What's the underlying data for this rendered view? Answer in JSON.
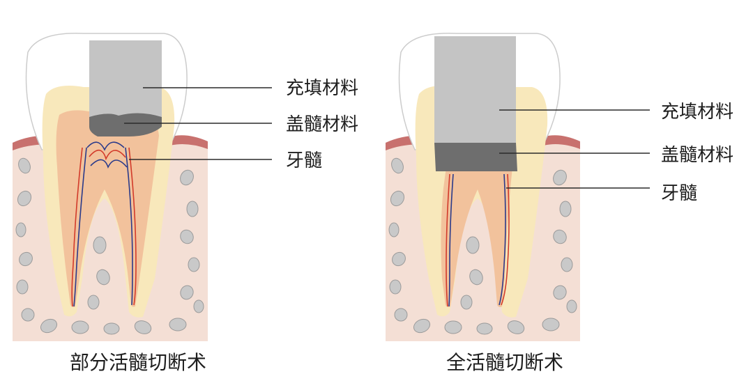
{
  "left_diagram": {
    "caption": "部分活髓切断术",
    "labels": {
      "filling": "充填材料",
      "capping": "盖髓材料",
      "pulp": "牙髓"
    }
  },
  "right_diagram": {
    "caption": "全活髓切断术",
    "labels": {
      "filling": "充填材料",
      "capping": "盖髓材料",
      "pulp": "牙髓"
    }
  },
  "colors": {
    "enamel": "#ffffff",
    "dentin": "#f8e8bb",
    "pulp": "#f2c29c",
    "gum": "#c8716e",
    "bone": "#f4dfd5",
    "bone_cell": "#c9c9c9",
    "filling": "#c4c4c4",
    "capping": "#6e6e6e",
    "vessel_red": "#d23a2a",
    "vessel_blue": "#2a3a8a"
  }
}
